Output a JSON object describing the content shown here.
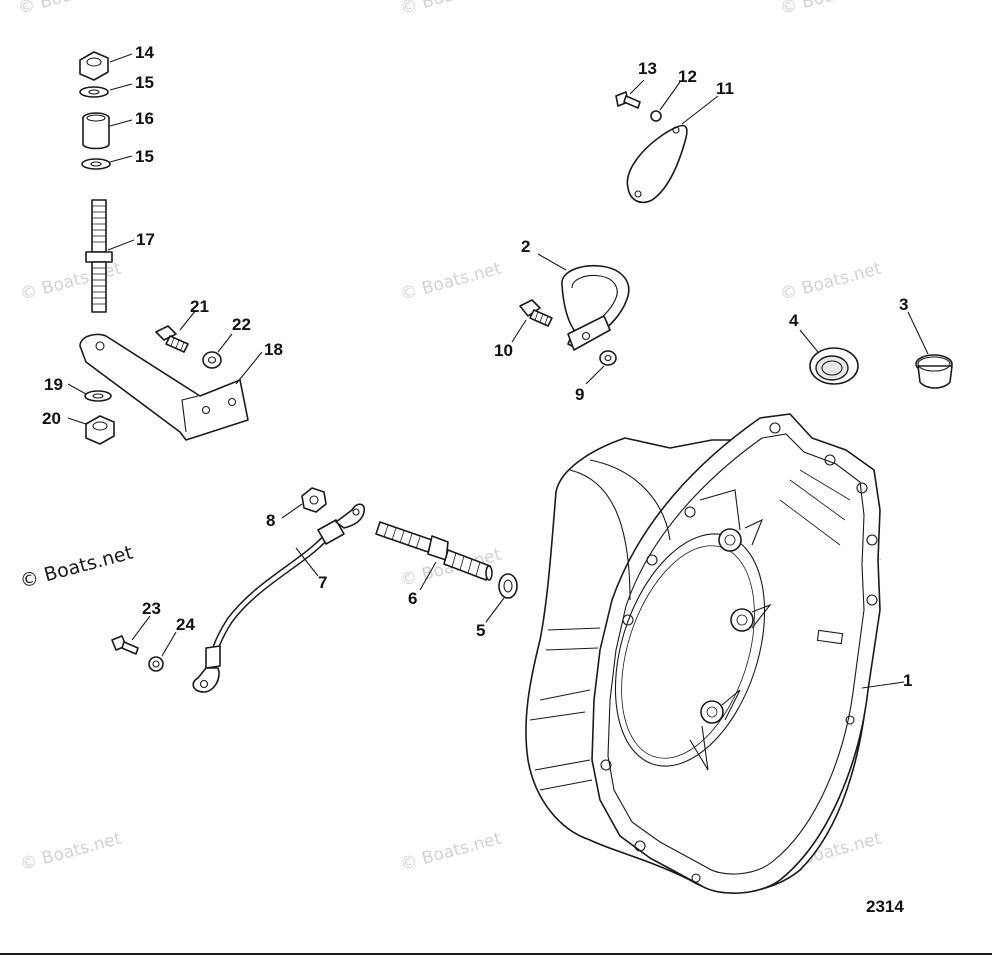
{
  "diagram": {
    "figure_number": "2314",
    "watermark_text": "© Boats.net",
    "callouts": [
      {
        "id": "c1",
        "label": "1"
      },
      {
        "id": "c2",
        "label": "2"
      },
      {
        "id": "c3",
        "label": "3"
      },
      {
        "id": "c4",
        "label": "4"
      },
      {
        "id": "c5",
        "label": "5"
      },
      {
        "id": "c6",
        "label": "6"
      },
      {
        "id": "c7",
        "label": "7"
      },
      {
        "id": "c8",
        "label": "8"
      },
      {
        "id": "c9",
        "label": "9"
      },
      {
        "id": "c10",
        "label": "10"
      },
      {
        "id": "c11",
        "label": "11"
      },
      {
        "id": "c12",
        "label": "12"
      },
      {
        "id": "c13",
        "label": "13"
      },
      {
        "id": "c14",
        "label": "14"
      },
      {
        "id": "c15a",
        "label": "15"
      },
      {
        "id": "c15b",
        "label": "15"
      },
      {
        "id": "c16",
        "label": "16"
      },
      {
        "id": "c17",
        "label": "17"
      },
      {
        "id": "c18",
        "label": "18"
      },
      {
        "id": "c19",
        "label": "19"
      },
      {
        "id": "c20",
        "label": "20"
      },
      {
        "id": "c21",
        "label": "21"
      },
      {
        "id": "c22",
        "label": "22"
      },
      {
        "id": "c23",
        "label": "23"
      },
      {
        "id": "c24",
        "label": "24"
      }
    ]
  }
}
